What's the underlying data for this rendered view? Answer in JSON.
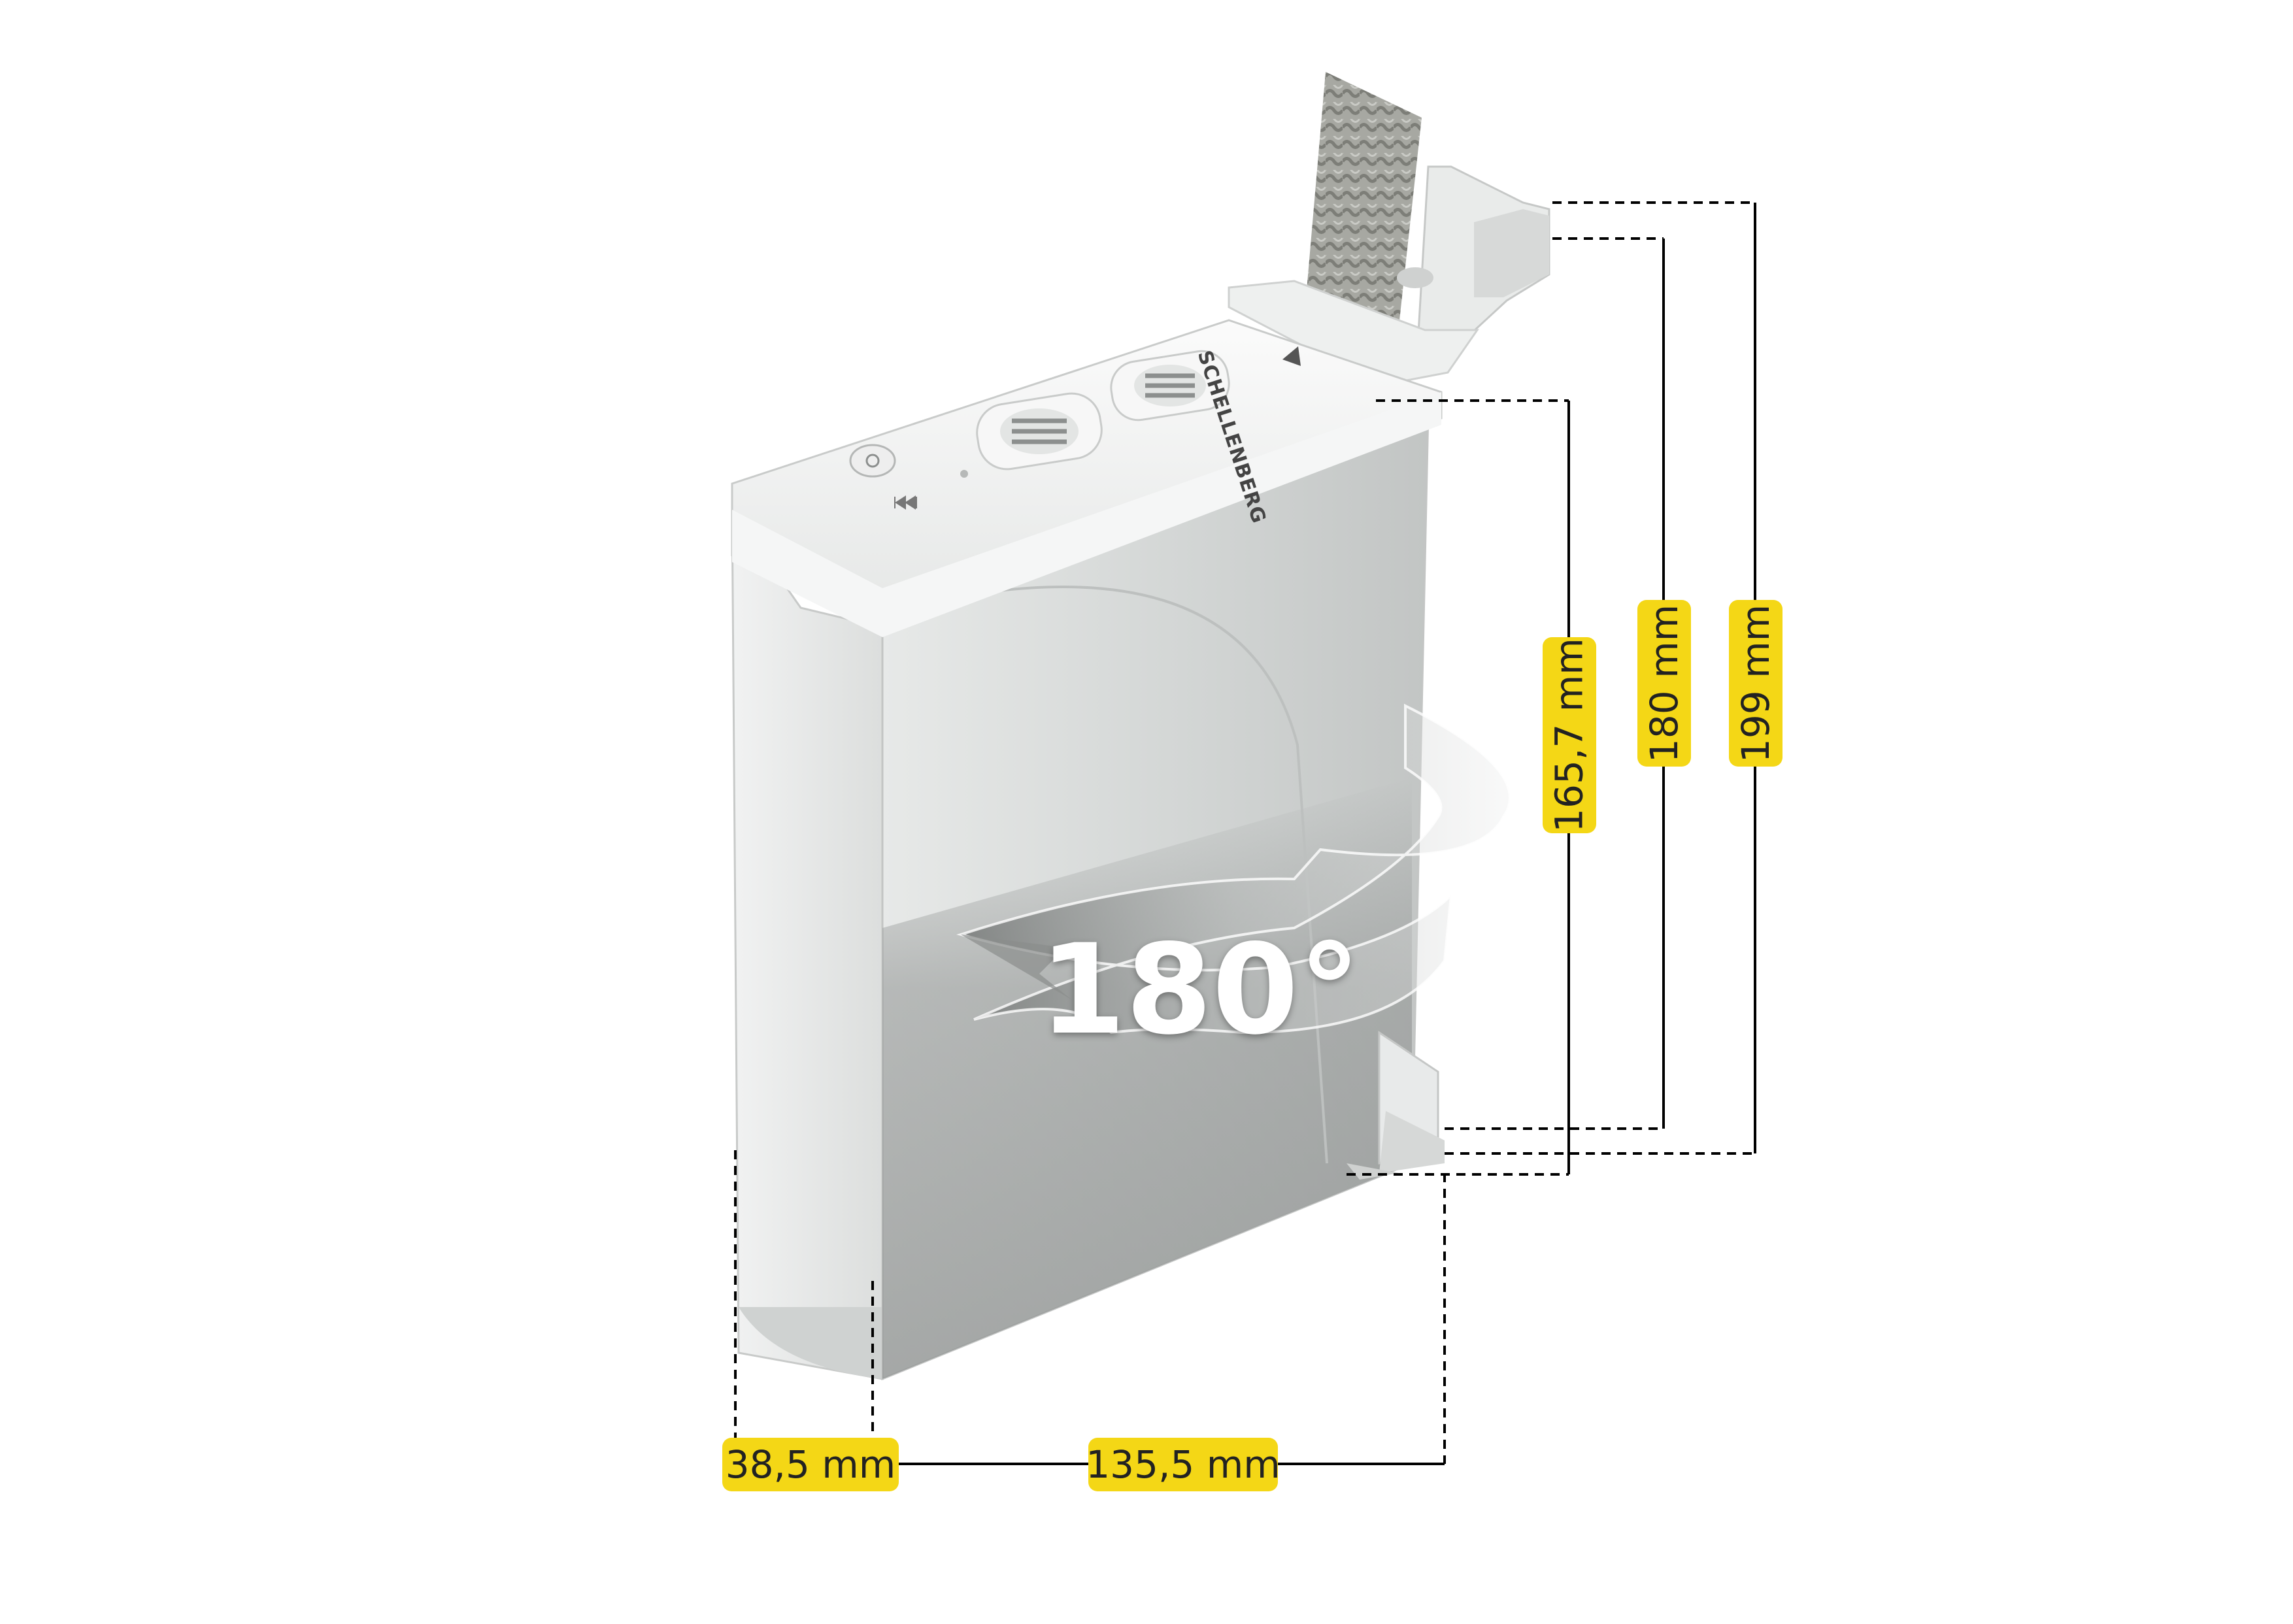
{
  "product": {
    "brand_text": "SCHELLENBERG",
    "rotation_label": "180°",
    "body_color": "#d9dcdb",
    "shade_color": "#a9acab",
    "strap_color": "#9c9c95"
  },
  "dimensions": {
    "label_color": "#f4d716",
    "line_color": "#000000",
    "depth": "38,5 mm",
    "width": "135,5 mm",
    "height_body": "165,7 mm",
    "height_mid": "180 mm",
    "height_total": "199 mm"
  }
}
